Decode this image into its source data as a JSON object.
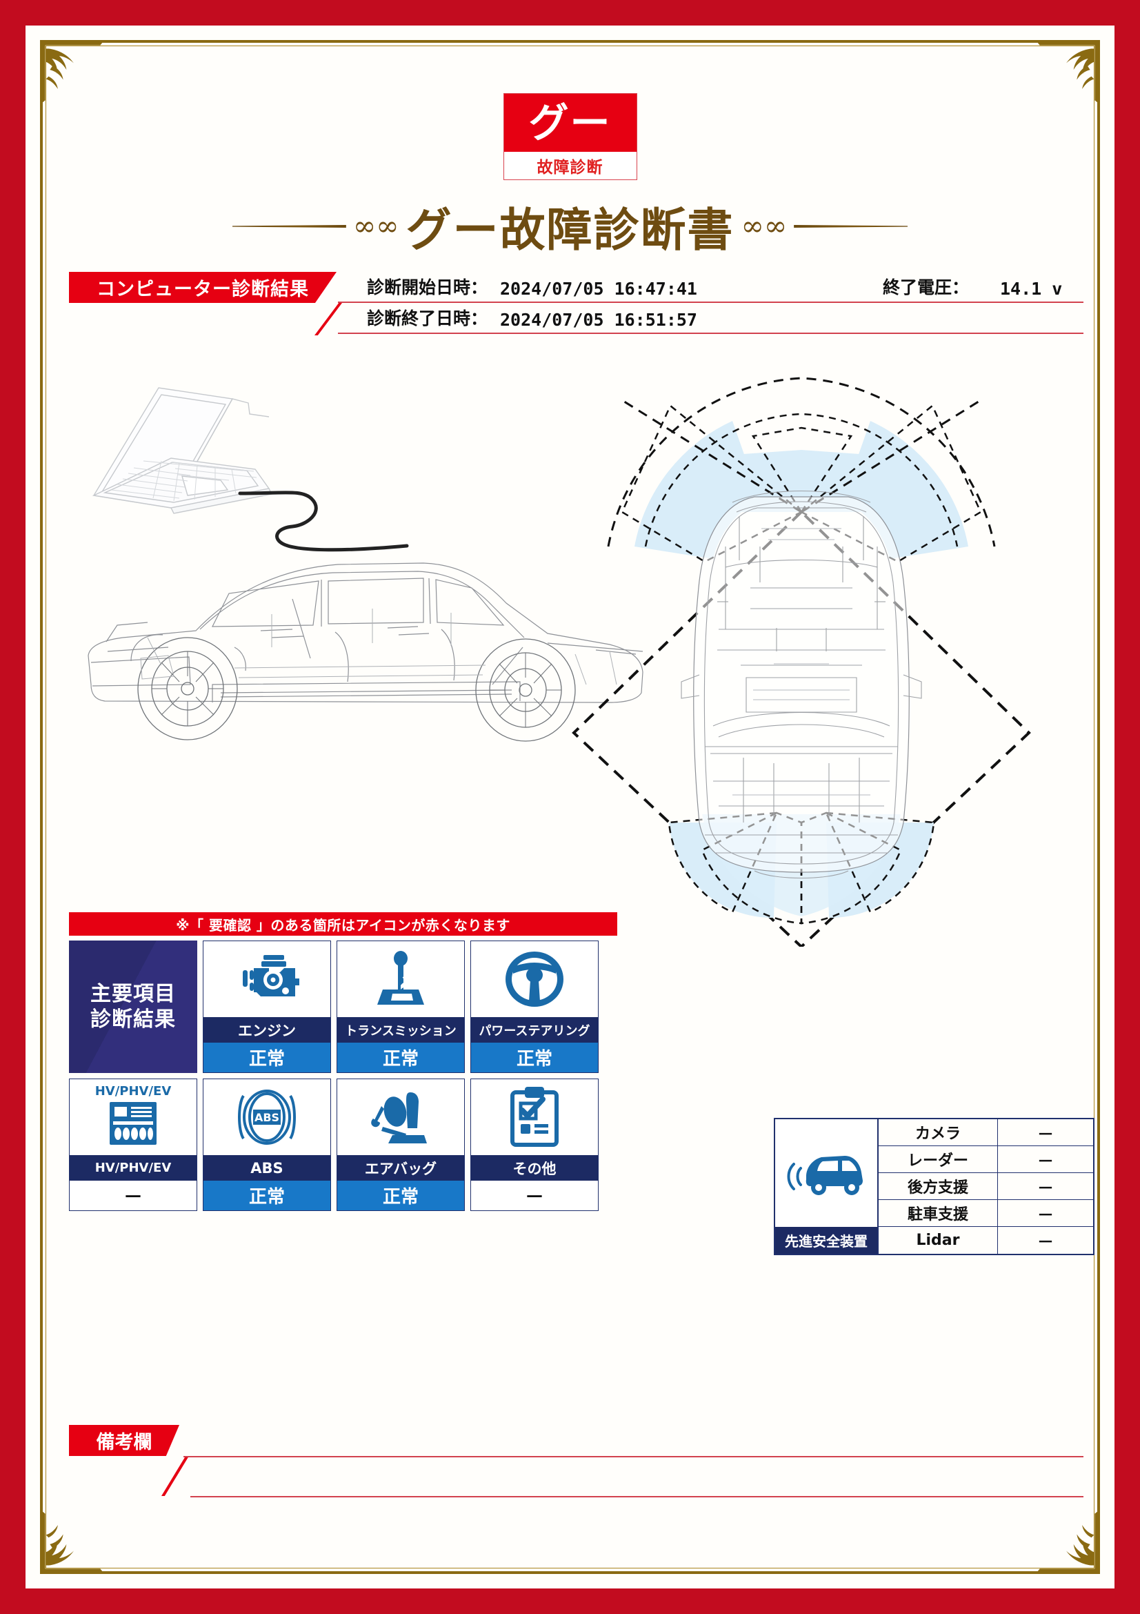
{
  "logo": {
    "mark": "グー",
    "sub": "故障診断"
  },
  "title": "グー故障診断書",
  "diagnostic": {
    "section_tag": "コンピューター診断結果",
    "start_label": "診断開始日時：",
    "start_value": "2024/07/05 16:47:41",
    "end_label": "診断終了日時：",
    "end_value": "2024/07/05 16:51:57",
    "voltage_label": "終了電圧：",
    "voltage_value": "14.1 v"
  },
  "results": {
    "notice": "※「 要確認 」のある箇所はアイコンが赤くなります",
    "panel_title_line1": "主要項目",
    "panel_title_line2": "診断結果",
    "items": [
      {
        "icon": "engine-icon",
        "name": "エンジン",
        "status": "正常",
        "has_status": true
      },
      {
        "icon": "transmission-icon",
        "name": "トランスミッション",
        "status": "正常",
        "has_status": true
      },
      {
        "icon": "power-steering-icon",
        "name": "パワーステアリング",
        "status": "正常",
        "has_status": true
      },
      {
        "icon": "hv-battery-icon",
        "name": "HV/PHV/EV",
        "status": "－",
        "has_status": false
      },
      {
        "icon": "abs-icon",
        "name": "ABS",
        "status": "正常",
        "has_status": true
      },
      {
        "icon": "airbag-icon",
        "name": "エアバッグ",
        "status": "正常",
        "has_status": true
      },
      {
        "icon": "clipboard-check-icon",
        "name": "その他",
        "status": "－",
        "has_status": false
      }
    ],
    "hv_icon_caption": "HV/PHV/EV"
  },
  "safety": {
    "title": "先進安全装置",
    "icon": "car-sensor-icon",
    "rows": [
      {
        "name": "カメラ",
        "value": "－"
      },
      {
        "name": "レーダー",
        "value": "－"
      },
      {
        "name": "後方支援",
        "value": "－"
      },
      {
        "name": "駐車支援",
        "value": "－"
      },
      {
        "name": "Lidar",
        "value": "－"
      }
    ]
  },
  "remarks": {
    "tag": "備考欄",
    "content": ""
  },
  "illustration": {
    "laptop": "laptop-wireframe",
    "cable": "obd-cable",
    "car_side": "car-side-wireframe",
    "car_top": "car-top-wireframe",
    "sensor_cones": "sensor-coverage-cones"
  },
  "colors": {
    "border_red": "#c20c1f",
    "accent_red": "#e60012",
    "gold": "#8a6a12",
    "title_brown": "#6e4c11",
    "navy": "#1c2a63",
    "status_blue": "#1878c8",
    "icon_blue": "#1a6aa8",
    "cone_blue": "#d9edf9"
  }
}
